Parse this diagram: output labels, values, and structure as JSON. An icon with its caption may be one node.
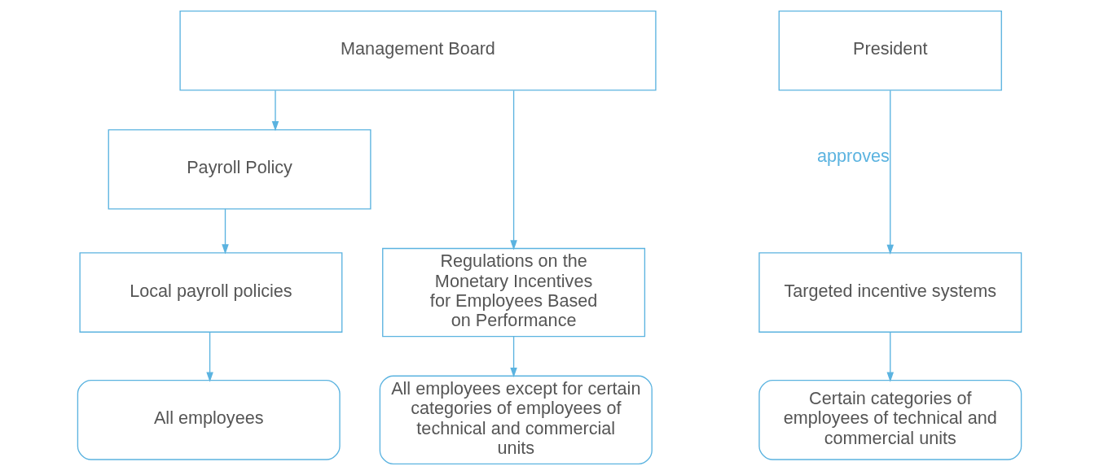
{
  "diagram": {
    "nodes": [
      {
        "text": [
          "Management Board"
        ]
      },
      {
        "text": [
          "President"
        ]
      },
      {
        "text": [
          "Payroll Policy"
        ]
      },
      {
        "text": [
          "Regulations on the Monetary Incentives for Employees Based on Performance"
        ]
      },
      {
        "text": [
          "Local payroll policies"
        ]
      },
      {
        "text": [
          "Targeted incentive systems"
        ]
      },
      {
        "text": [
          "All employees"
        ]
      },
      {
        "text": [
          "All employees except for certain categories of employees of technical and commercial units"
        ]
      },
      {
        "text": [
          "Certain categories of employees of technical and commercial units"
        ]
      }
    ],
    "edges": [
      {
        "from": 0,
        "to": 2,
        "arrow": "to"
      },
      {
        "from": 0,
        "to": 3,
        "arrow": "to"
      },
      {
        "from": 2,
        "to": 4,
        "arrow": "to"
      },
      {
        "from": 1,
        "to": 5,
        "arrow": "to",
        "label": "approves"
      },
      {
        "from": 4,
        "to": 6,
        "arrow": "to"
      },
      {
        "from": 3,
        "to": 7,
        "arrow": "to"
      },
      {
        "from": 5,
        "to": 8,
        "arrow": "to"
      }
    ]
  }
}
